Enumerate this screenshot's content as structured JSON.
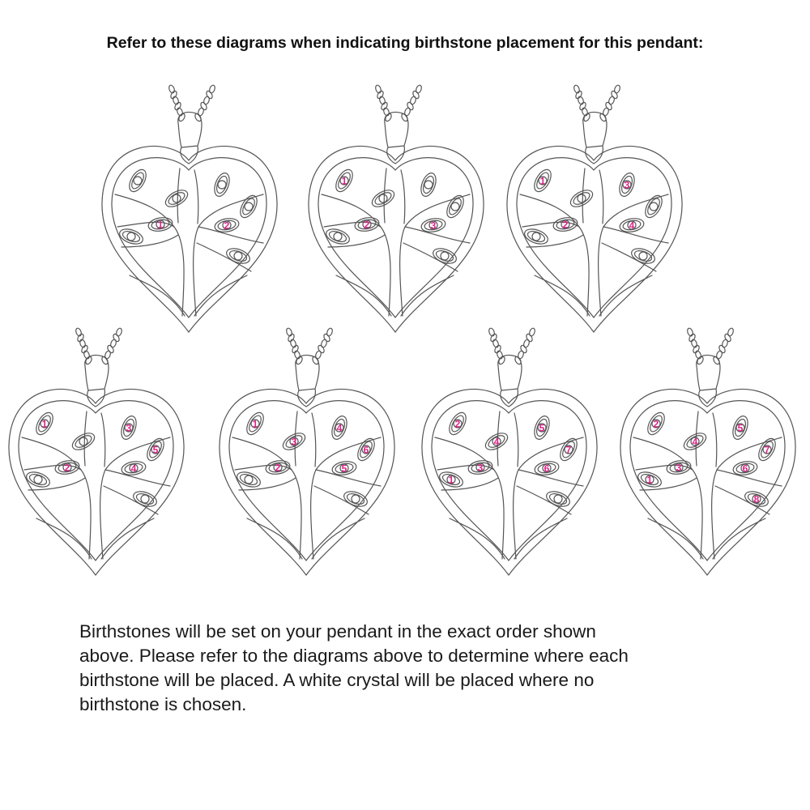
{
  "title": "Refer to these diagrams when indicating birthstone placement for this pendant:",
  "accent_color": "#e0218a",
  "pendants": [
    {
      "stones": 2,
      "slots": {
        "C": "1",
        "G": "2"
      }
    },
    {
      "stones": 3,
      "slots": {
        "A": "1",
        "C": "2",
        "G": "3"
      }
    },
    {
      "stones": 4,
      "slots": {
        "A": "1",
        "C": "2",
        "E": "3",
        "G": "4"
      }
    },
    {
      "stones": 5,
      "slots": {
        "A": "1",
        "C": "2",
        "E": "3",
        "G": "4",
        "F": "5"
      }
    },
    {
      "stones": 6,
      "slots": {
        "A": "1",
        "C": "2",
        "B": "3",
        "E": "4",
        "G": "5",
        "F": "6"
      }
    },
    {
      "stones": 7,
      "slots": {
        "D": "1",
        "A": "2",
        "C": "3",
        "B": "4",
        "E": "5",
        "G": "6",
        "F": "7"
      }
    },
    {
      "stones": 8,
      "slots": {
        "D": "1",
        "A": "2",
        "C": "3",
        "B": "4",
        "E": "5",
        "G": "6",
        "F": "7",
        "H": "8"
      }
    }
  ],
  "note_lines": [
    "Birthstones will be set on your pendant in the exact order shown",
    "above. Please refer to the diagrams above to determine where each",
    "birthstone will be placed. A white crystal will be placed where no",
    "birthstone is chosen."
  ]
}
